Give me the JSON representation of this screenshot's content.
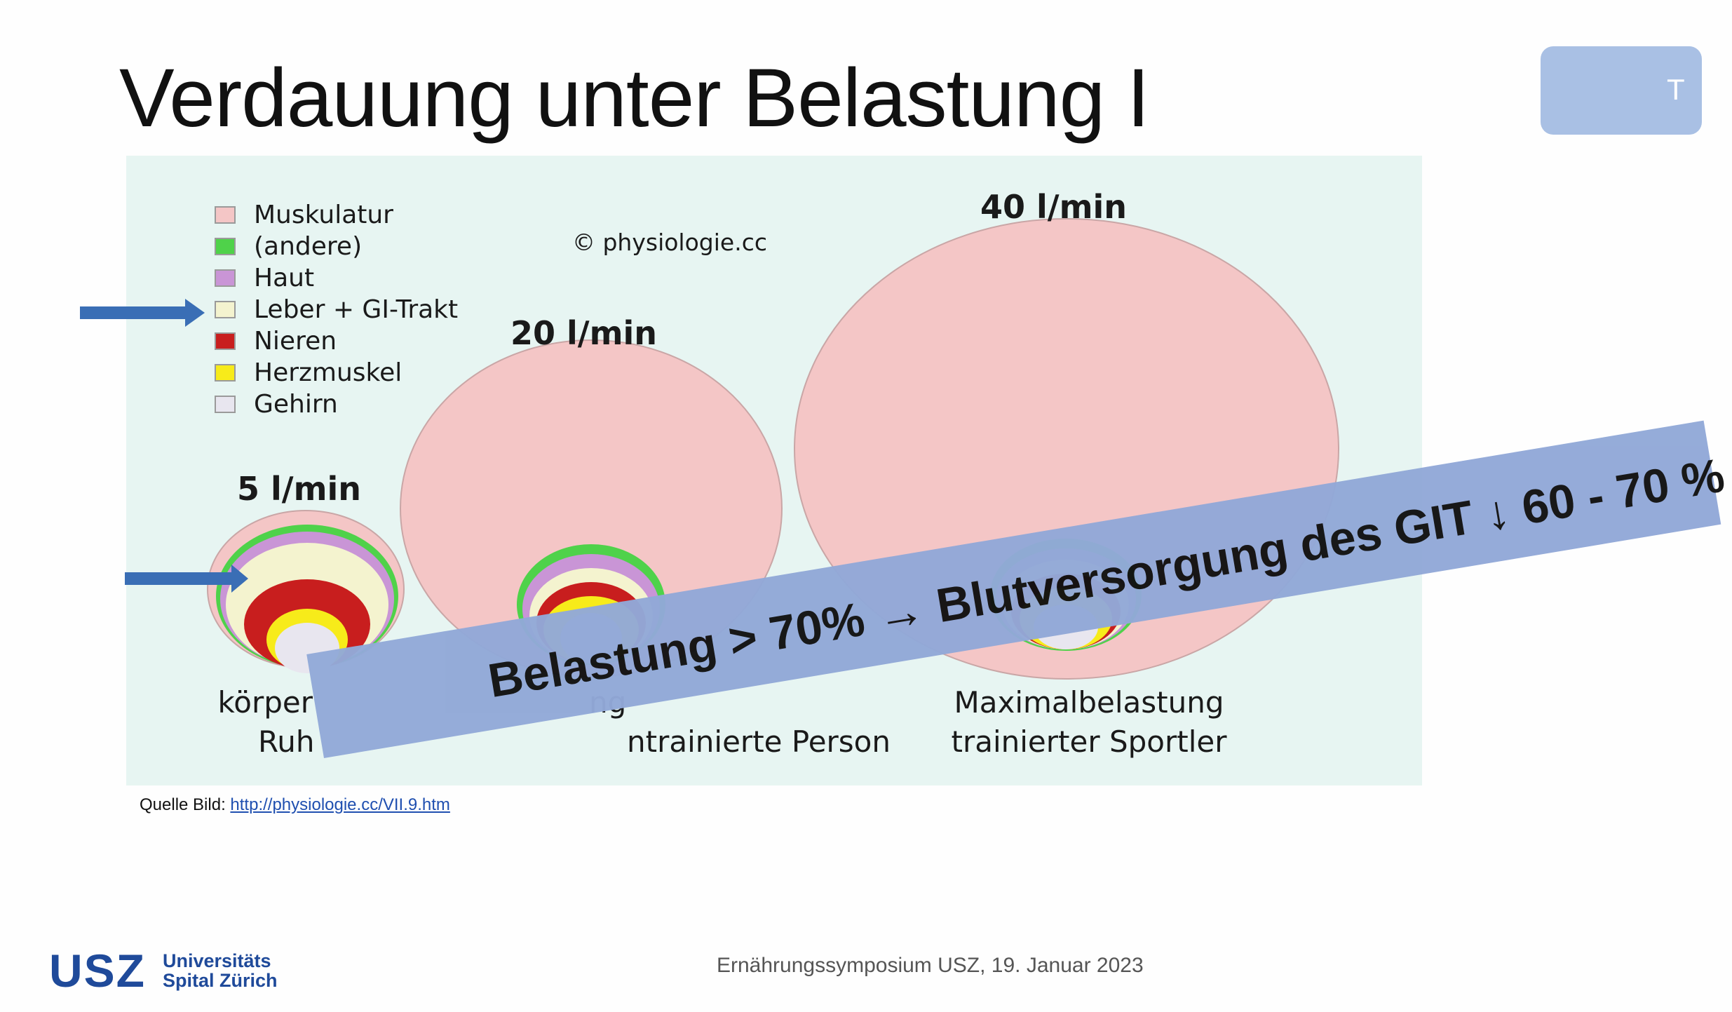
{
  "slide": {
    "title": "Verdauung unter Belastung I",
    "tab_text": "T"
  },
  "figure": {
    "copyright": "© physiologie.cc",
    "legend": [
      {
        "label": "Muskulatur",
        "color": "#f4c6c6"
      },
      {
        "label": "(andere)",
        "color": "#4fd24a"
      },
      {
        "label": "Haut",
        "color": "#c995d6"
      },
      {
        "label": "Leber + GI-Trakt",
        "color": "#f4f3cf"
      },
      {
        "label": "Nieren",
        "color": "#c81e1e"
      },
      {
        "label": "Herzmuskel",
        "color": "#f7eb1a"
      },
      {
        "label": "Gehirn",
        "color": "#e8e6ef"
      }
    ],
    "scenarios": [
      {
        "flow": "5 l/min",
        "caption_line1": "körper",
        "caption_line2": "Ruh"
      },
      {
        "flow": "20 l/min",
        "caption_line1": "ng",
        "caption_line2": "ntrainierte Person"
      },
      {
        "flow": "40 l/min",
        "caption_line1": "Maximalbelastung",
        "caption_line2": "trainierter Sportler"
      }
    ],
    "arrow_color": "#3a6eb5"
  },
  "banner": {
    "text": "Belastung > 70% → Blutversorgung des GIT ↓ 60 - 70 %",
    "color": "#92a9d8"
  },
  "source": {
    "label": "Quelle Bild: ",
    "link": "http://physiologie.cc/VII.9.htm"
  },
  "footer": {
    "logo_mark": "USZ",
    "logo_line1": "Universitäts",
    "logo_line2": "Spital Zürich",
    "event": "Ernährungssymposium USZ, 19. Januar 2023"
  }
}
